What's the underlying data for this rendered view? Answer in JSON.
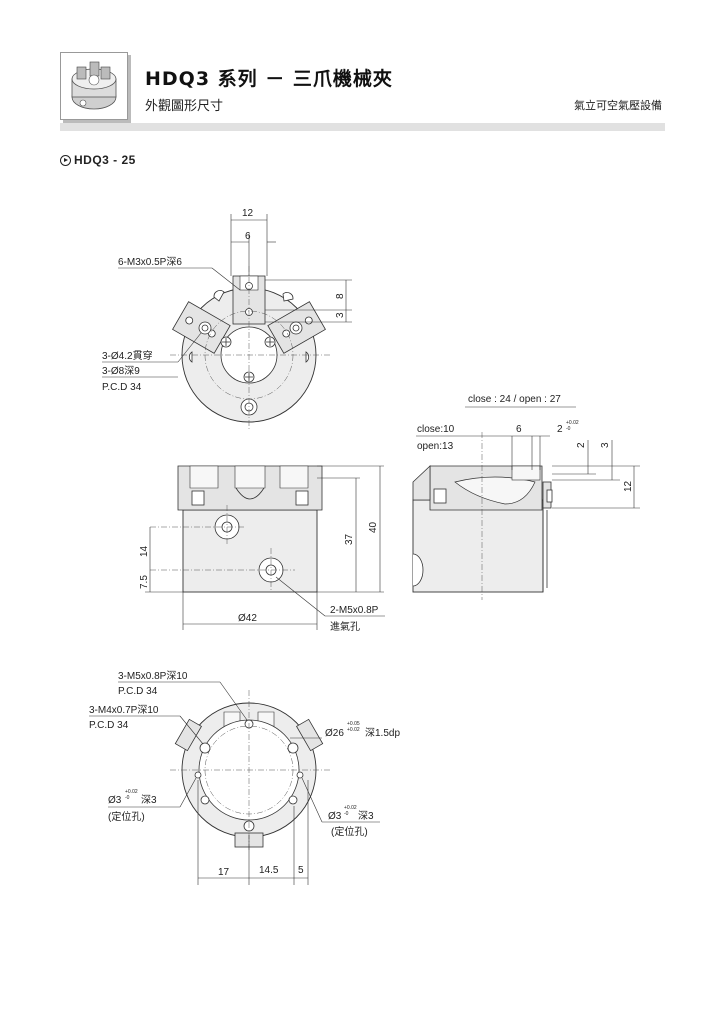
{
  "header": {
    "title": "HDQ3 系列 － 三爪機械夾",
    "subtitle": "外觀圖形尺寸",
    "company": "氣立可空氣壓設備"
  },
  "model": "HDQ3 - 25",
  "top_view": {
    "dims": {
      "w12": "12",
      "w6": "6",
      "h8": "8",
      "h3": "3"
    },
    "callouts": {
      "tap": "6-M3x0.5P深6",
      "through": "3-Ø4.2貫穿",
      "counterbore": "3-Ø8深9",
      "pcd": "P.C.D 34"
    }
  },
  "front_view": {
    "dims": {
      "d14": "14",
      "d7_5": "7.5",
      "h37": "37",
      "h40": "40",
      "dia42": "Ø42"
    },
    "callouts": {
      "port": "2-M5x0.8P",
      "port_name": "進氣孔"
    }
  },
  "side_view": {
    "stroke": "close : 24 / open : 27",
    "close": "close:10",
    "open": "open:13",
    "dims": {
      "d6": "6",
      "d2": "2",
      "tol_plus": "+0.02",
      "tol_zero": "-0",
      "v2": "2",
      "v3": "3",
      "v12": "12"
    }
  },
  "bottom_view": {
    "callouts": {
      "m5": "3-M5x0.8P深10",
      "pcd1": "P.C.D 34",
      "m4": "3-M4x0.7P深10",
      "pcd2": "P.C.D 34",
      "bore_dia": "Ø26",
      "bore_tol_top": "+0.05",
      "bore_tol_bot": "+0.02",
      "bore_depth": "深1.5dp",
      "pin_left": "Ø3",
      "pin_left_tol_top": "+0.02",
      "pin_left_tol_bot": "-0",
      "pin_left_depth": "深3",
      "pin_left_name": "(定位孔)",
      "pin_right": "Ø3",
      "pin_right_tol_top": "+0.02",
      "pin_right_tol_bot": "-0",
      "pin_right_depth": "深3",
      "pin_right_name": "(定位孔)"
    },
    "dims": {
      "d17": "17",
      "d14_5": "14.5",
      "d5": "5"
    }
  }
}
